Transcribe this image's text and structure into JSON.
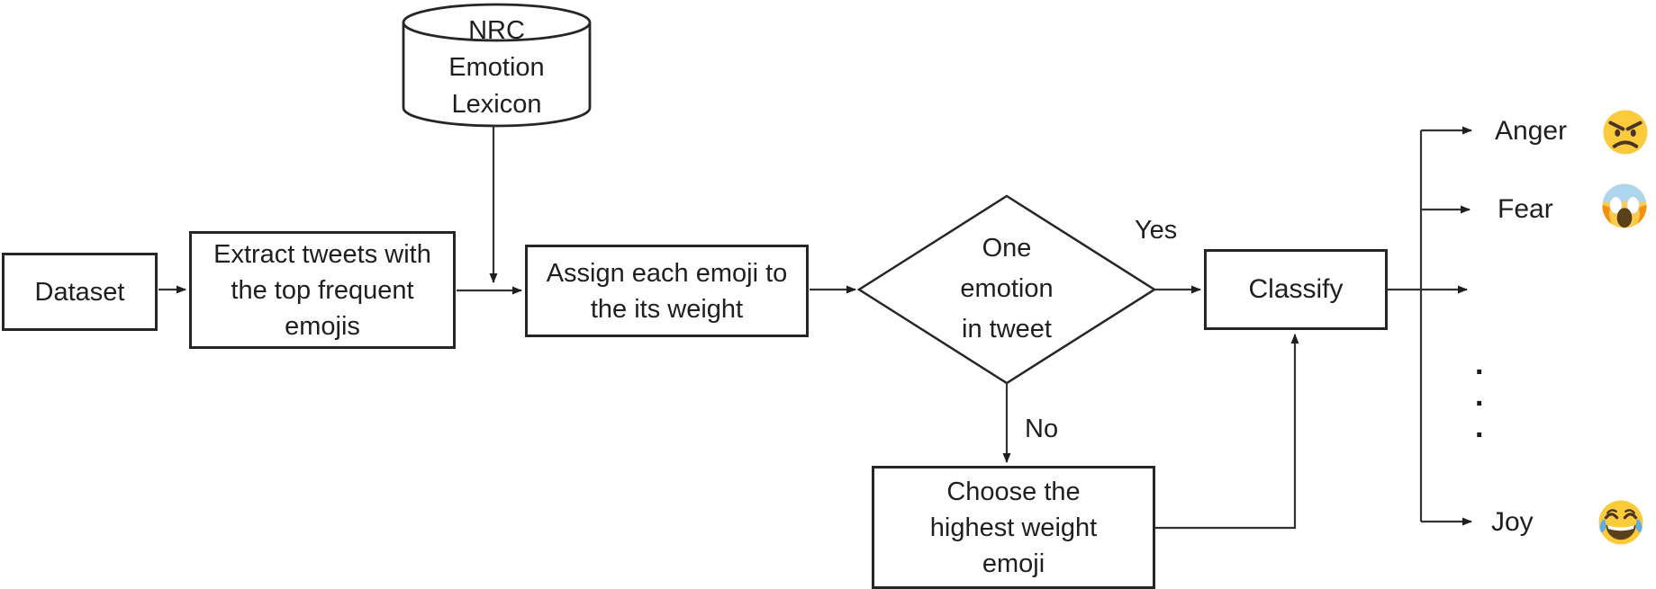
{
  "diagram": {
    "nodes": {
      "dataset": {
        "label": "Dataset"
      },
      "lexicon": {
        "label": "NRC Emotion Lexicon"
      },
      "extract": {
        "label": "Extract tweets with the top frequent emojis"
      },
      "assign": {
        "label": "Assign each emoji to the its weight"
      },
      "decision": {
        "label": "One emotion in tweet"
      },
      "classify": {
        "label": "Classify"
      },
      "choose": {
        "label": "Choose the highest weight emoji"
      }
    },
    "edge_labels": {
      "yes": "Yes",
      "no": "No"
    },
    "outputs": [
      {
        "label": "Anger",
        "emoji": "😠"
      },
      {
        "label": "Fear",
        "emoji": "😱"
      },
      {
        "label": "",
        "emoji": ""
      },
      {
        "label": "Joy",
        "emoji": "😂"
      }
    ],
    "ellipsis": [
      ".",
      ".",
      "."
    ]
  },
  "colors": {
    "line": "#333333",
    "border": "#262626",
    "emoji_yellow": "#FBCB3C",
    "scream_blue": "#AED5EE",
    "hand_orange": "#F4900C",
    "tear_blue": "#5DADEC",
    "mouth_brown": "#5C4018"
  }
}
